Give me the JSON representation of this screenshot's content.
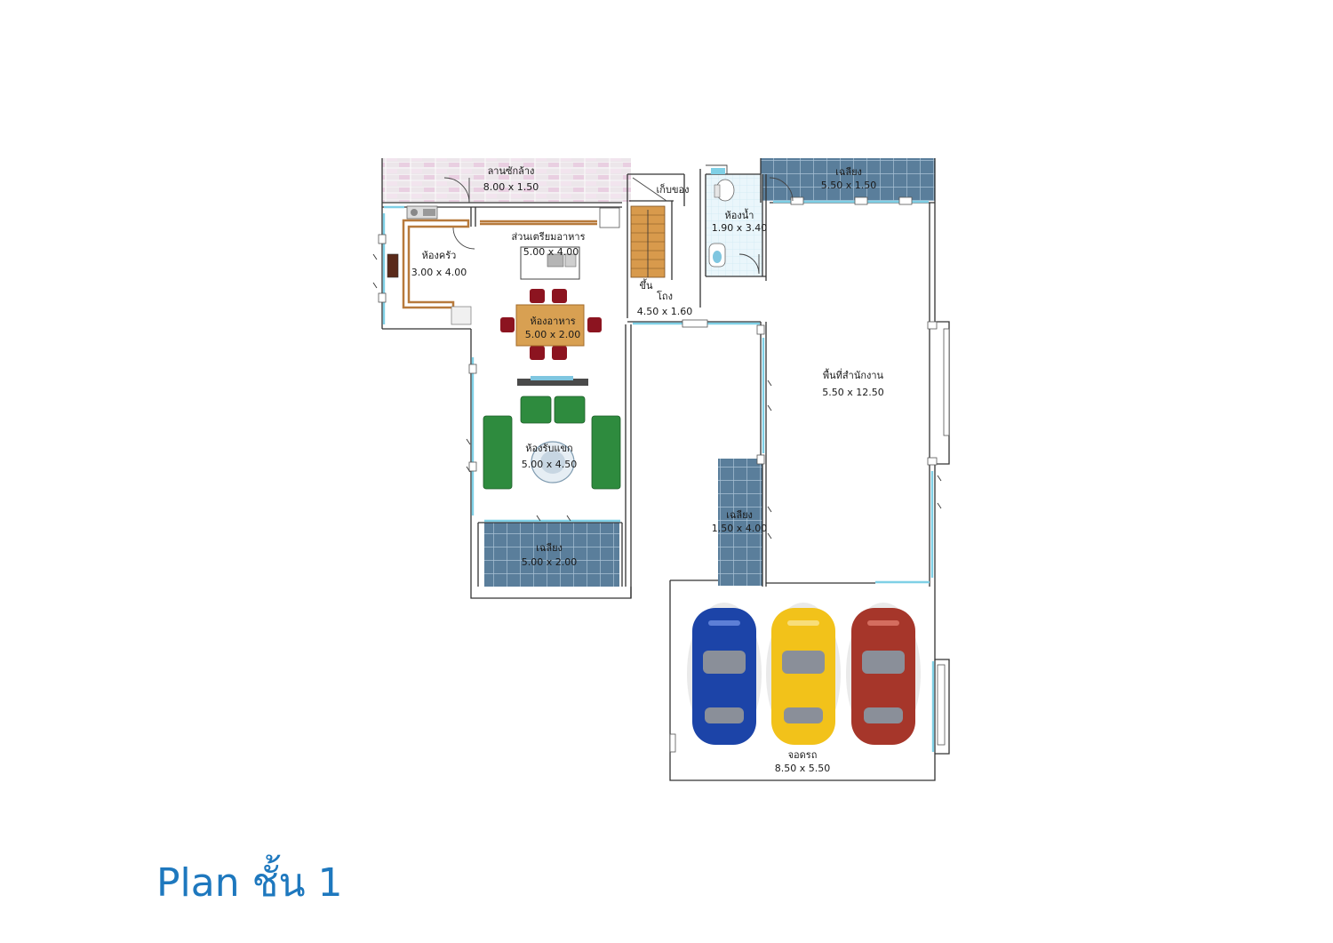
{
  "title": "Plan ชั้น 1",
  "rooms": {
    "laundry": {
      "name": "ลานซักล้าง",
      "size": "8.00 x 1.50"
    },
    "storage": {
      "name": "เก็บของ"
    },
    "bathroom": {
      "name": "ห้องน้ำ",
      "size": "1.90 x 3.40"
    },
    "terrace_top": {
      "name": "เฉลียง",
      "size": "5.50 x 1.50"
    },
    "kitchen": {
      "name": "ห้องครัว",
      "size": "3.00 x 4.00"
    },
    "prep": {
      "name": "ส่วนเตรียมอาหาร",
      "size": "5.00 x 4.00"
    },
    "stairs": {
      "name": "ขึ้น"
    },
    "hall": {
      "name": "โถง",
      "size": "4.50 x 1.60"
    },
    "dining": {
      "name": "ห้องอาหาร",
      "size": "5.00 x 2.00"
    },
    "office": {
      "name": "พื้นที่สำนักงาน",
      "size": "5.50 x 12.50"
    },
    "living": {
      "name": "ห้องรับแขก",
      "size": "5.00 x 4.50"
    },
    "terrace_mid": {
      "name": "เฉลียง",
      "size": "1.50 x 4.00"
    },
    "terrace_bottom": {
      "name": "เฉลียง",
      "size": "5.00 x 2.00"
    },
    "garage": {
      "name": "จอดรถ",
      "size": "8.50 x 5.50"
    }
  },
  "colors": {
    "title": "#1e78be",
    "wall": "#333333",
    "window": "#7fd0e6",
    "terrace_tile": "#5a7e9b",
    "laundry_tile": "#ead7e5",
    "wood": "#b77a3c",
    "sofa": "#2e8b3e",
    "chair": "#8c1420",
    "table": "#d8a052",
    "car_blue": "#1c44a8",
    "car_yellow": "#f2c21a",
    "car_red": "#a6362a"
  }
}
